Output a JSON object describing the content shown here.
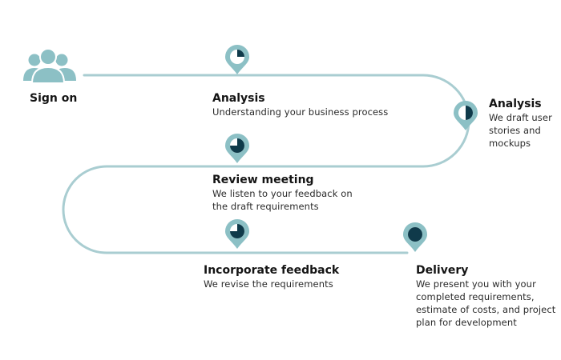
{
  "colors": {
    "path": "#a9cdd1",
    "pin": "#8cc0c5",
    "pin_inner": "#ffffff",
    "progress": "#0f3a4a",
    "text": "#141414"
  },
  "steps": [
    {
      "title": "Sign on",
      "icon": "users-icon",
      "description_lines": []
    },
    {
      "title": "Analysis",
      "icon": "map-pin-icon",
      "progress": 0.25,
      "description_lines": [
        "Understanding your business process"
      ]
    },
    {
      "title": "Analysis",
      "icon": "map-pin-icon",
      "progress": 0.5,
      "description_lines": [
        "We draft user",
        "stories and",
        "mockups"
      ]
    },
    {
      "title": "Review meeting",
      "icon": "map-pin-icon",
      "progress": 0.75,
      "description_lines": [
        "We listen to your feedback on",
        "the draft requirements"
      ]
    },
    {
      "title": "Incorporate feedback",
      "icon": "map-pin-icon",
      "progress": 0.75,
      "description_lines": [
        "We revise the requirements"
      ]
    },
    {
      "title": "Delivery",
      "icon": "map-pin-icon",
      "progress": 1.0,
      "description_lines": [
        "We present you with your",
        "completed requirements,",
        "estimate of costs, and project",
        "plan for development"
      ]
    }
  ]
}
